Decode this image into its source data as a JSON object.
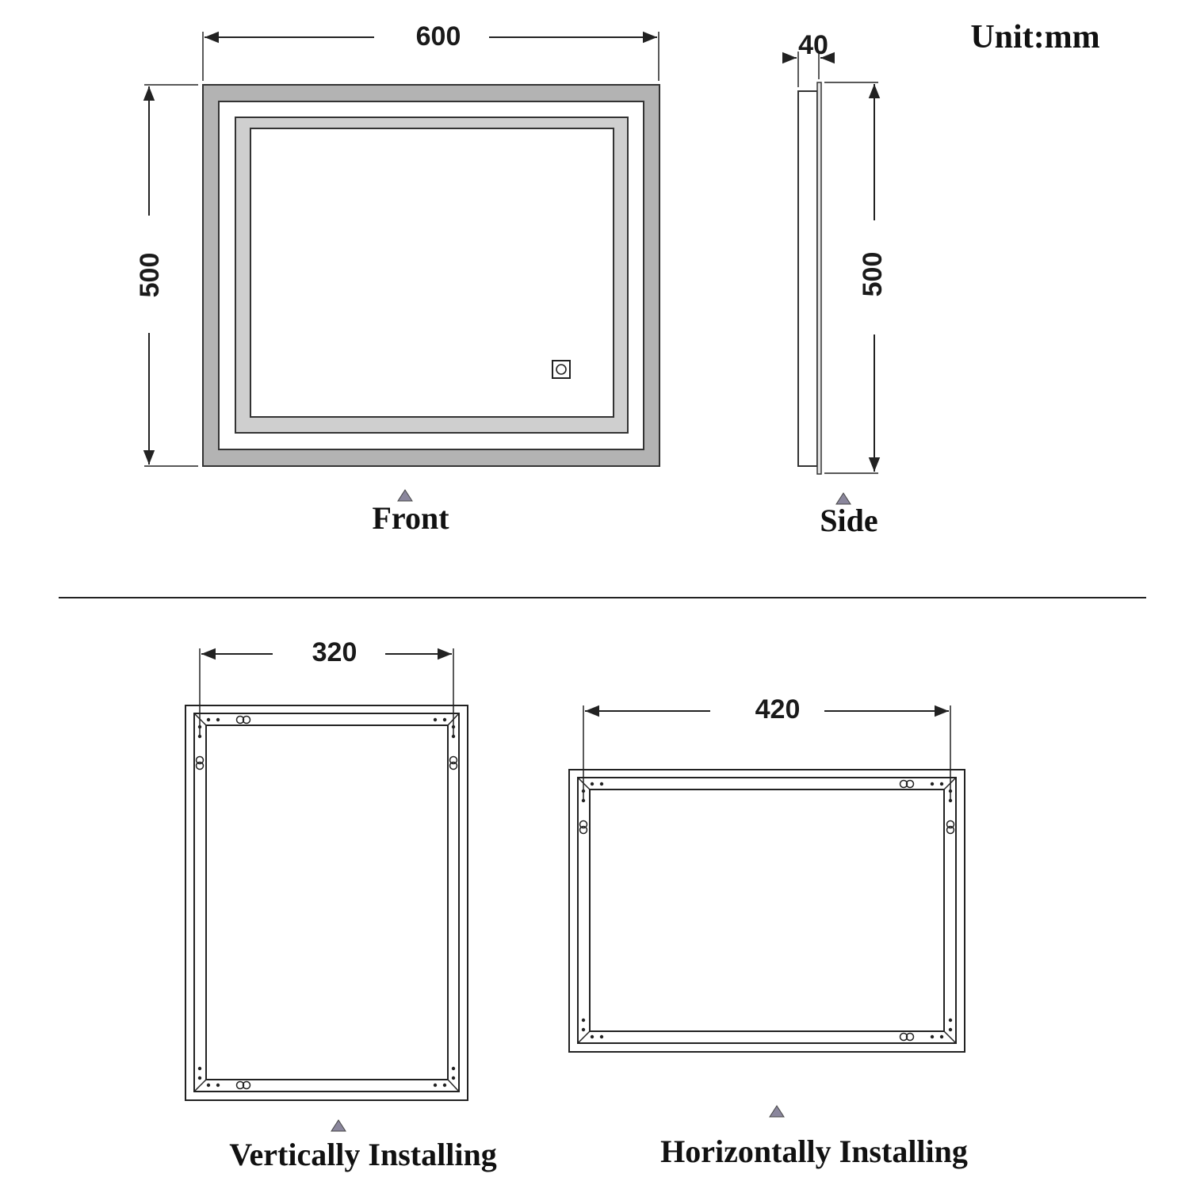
{
  "unit_label": "Unit:mm",
  "front": {
    "width_label": "600",
    "height_label": "500",
    "caption": "Front",
    "frame_color": "#b3b3b3",
    "light_color": "#cfcfcf",
    "touch_icon": "touch-switch-icon"
  },
  "side": {
    "depth_label": "40",
    "height_label": "500",
    "caption": "Side"
  },
  "vertical": {
    "span_label": "320",
    "caption": "Vertically Installing"
  },
  "horizontal": {
    "span_label": "420",
    "caption": "Horizontally Installing"
  }
}
